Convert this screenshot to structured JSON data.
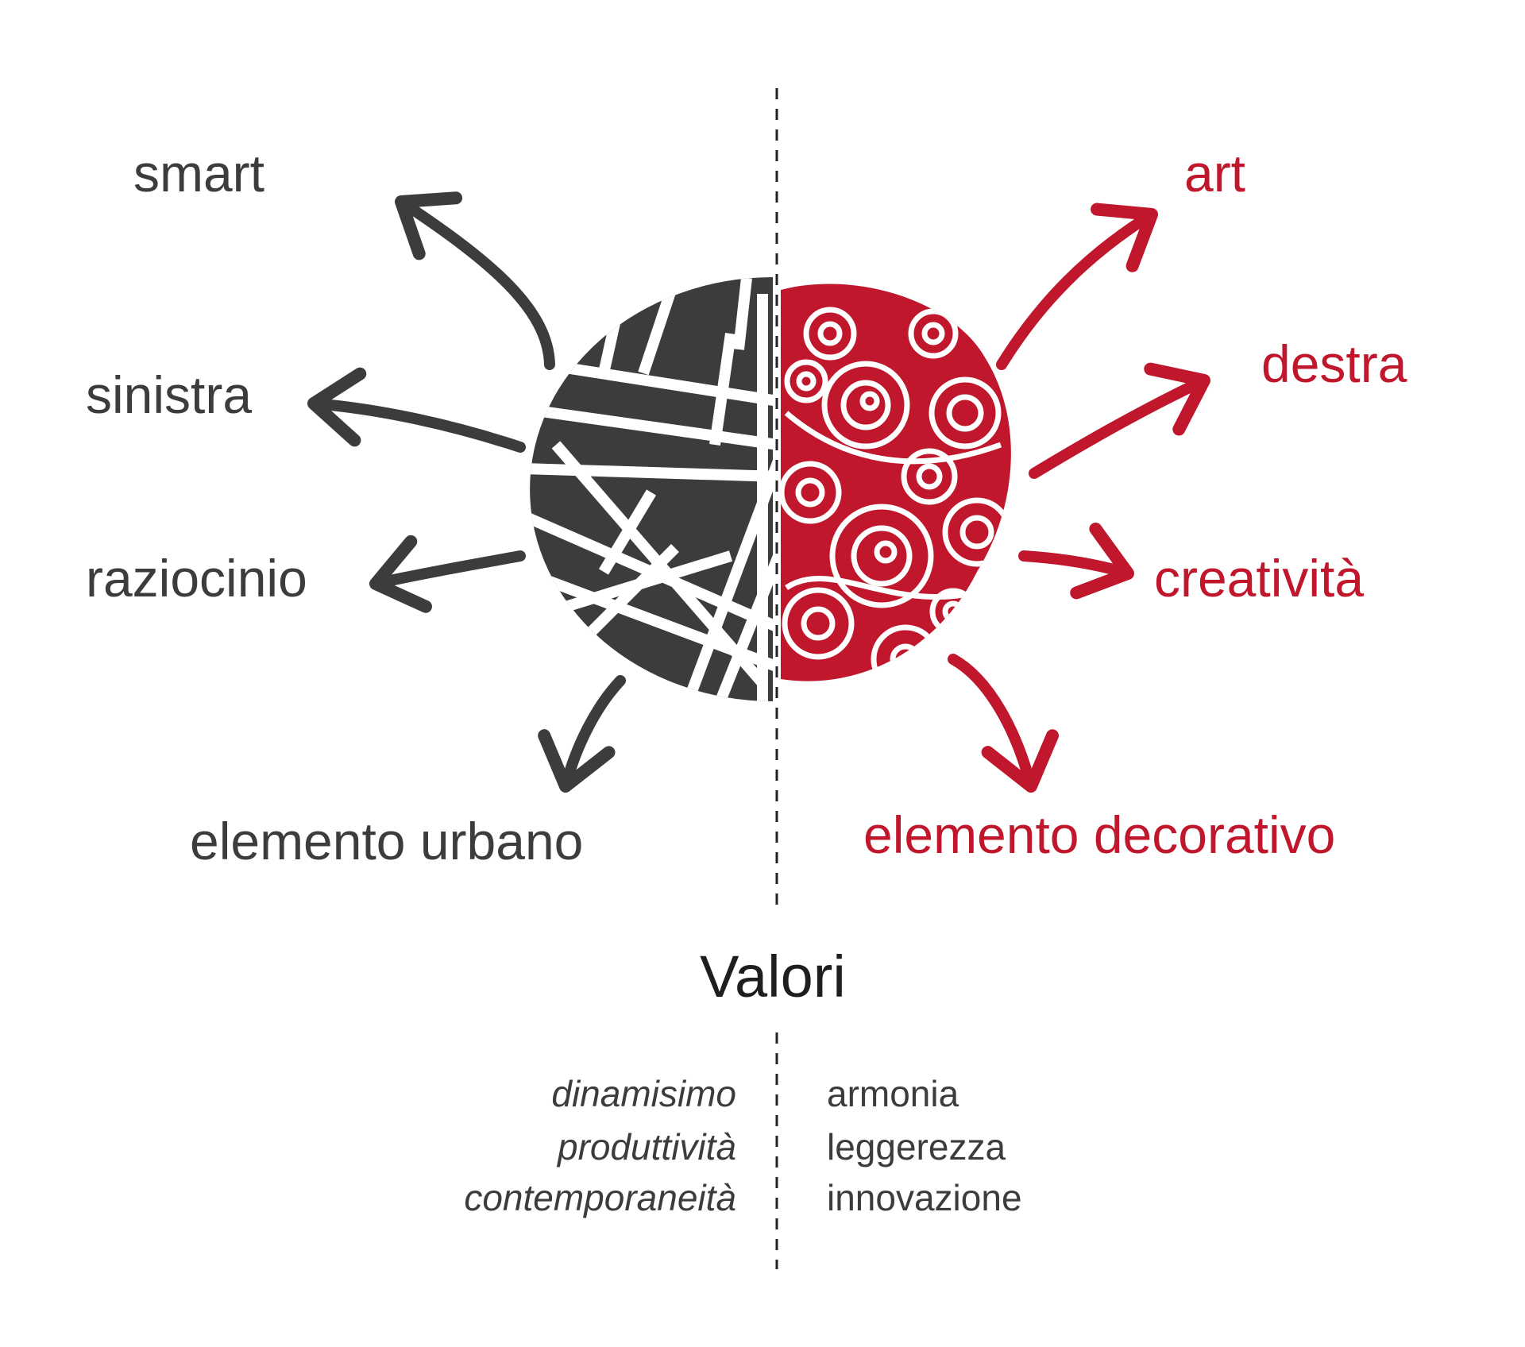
{
  "colors": {
    "dark": "#3c3c3e",
    "red": "#c0172c"
  },
  "left": {
    "labels": [
      "smart",
      "sinistra",
      "raziocinio",
      "elemento urbano"
    ],
    "icon": "city-map-half-circle-icon"
  },
  "right": {
    "labels": [
      "art",
      "destra",
      "creatività",
      "elemento decorativo"
    ],
    "icon": "decorative-swirls-half-circle-icon"
  },
  "values": {
    "title": "Valori",
    "left": [
      "dinamisimo",
      "produttività",
      "contemporaneità"
    ],
    "right": [
      "armonia",
      "leggerezza",
      "innovazione"
    ]
  }
}
